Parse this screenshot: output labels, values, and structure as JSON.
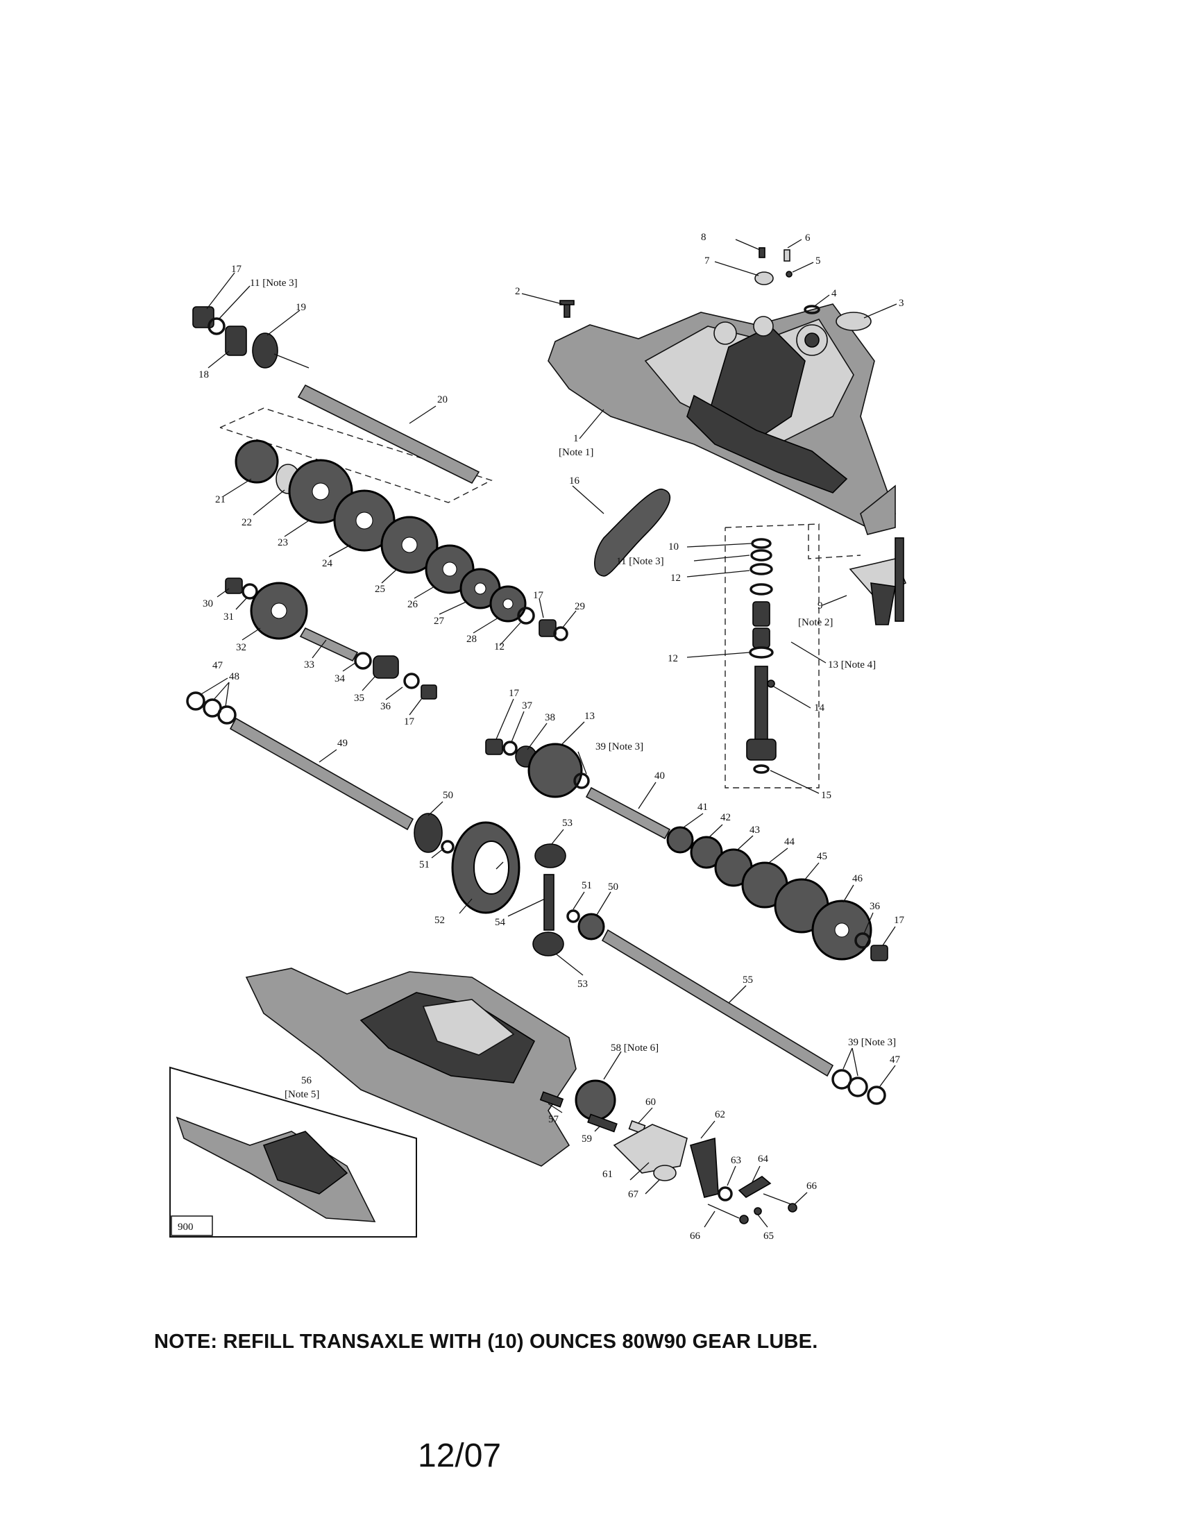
{
  "labels": {
    "p1": "1",
    "p1n": "[Note 1]",
    "p2": "2",
    "p3": "3",
    "p4": "4",
    "p5": "5",
    "p6": "6",
    "p7": "7",
    "p8": "8",
    "p9": "9",
    "p9n": "[Note 2]",
    "p10": "10",
    "p11a": "11 [Note 3]",
    "p11b": "11 [Note 3]",
    "p12a": "12",
    "p12b": "12",
    "p12c": "12",
    "p13a": "13",
    "p13b": "13 [Note 4]",
    "p14": "14",
    "p15": "15",
    "p16": "16",
    "p17a": "17",
    "p17b": "17",
    "p17c": "17",
    "p17d": "17",
    "p17e": "17",
    "p18": "18",
    "p19": "19",
    "p20": "20",
    "p21": "21",
    "p22": "22",
    "p23": "23",
    "p24": "24",
    "p25": "25",
    "p26": "26",
    "p27": "27",
    "p28": "28",
    "p29": "29",
    "p30": "30",
    "p31": "31",
    "p32": "32",
    "p33": "33",
    "p34": "34",
    "p35": "35",
    "p36a": "36",
    "p36b": "36",
    "p37": "37",
    "p38": "38",
    "p39a": "39 [Note 3]",
    "p39b": "39 [Note 3]",
    "p40": "40",
    "p41": "41",
    "p42": "42",
    "p43": "43",
    "p44": "44",
    "p45": "45",
    "p46": "46",
    "p47a": "47",
    "p47b": "47",
    "p48": "48",
    "p49": "49",
    "p50a": "50",
    "p50b": "50",
    "p51a": "51",
    "p51b": "51",
    "p52": "52",
    "p53a": "53",
    "p53b": "53",
    "p54": "54",
    "p55": "55",
    "p56": "56",
    "p56n": "[Note 5]",
    "p57": "57",
    "p58": "58 [Note 6]",
    "p59": "59",
    "p60": "60",
    "p61": "61",
    "p62": "62",
    "p63": "63",
    "p64": "64",
    "p65": "65",
    "p66a": "66",
    "p66b": "66",
    "p67": "67",
    "inset": "900"
  },
  "note": "NOTE: REFILL TRANSAXLE WITH (10) OUNCES 80W90 GEAR LUBE.",
  "date": "12/07"
}
